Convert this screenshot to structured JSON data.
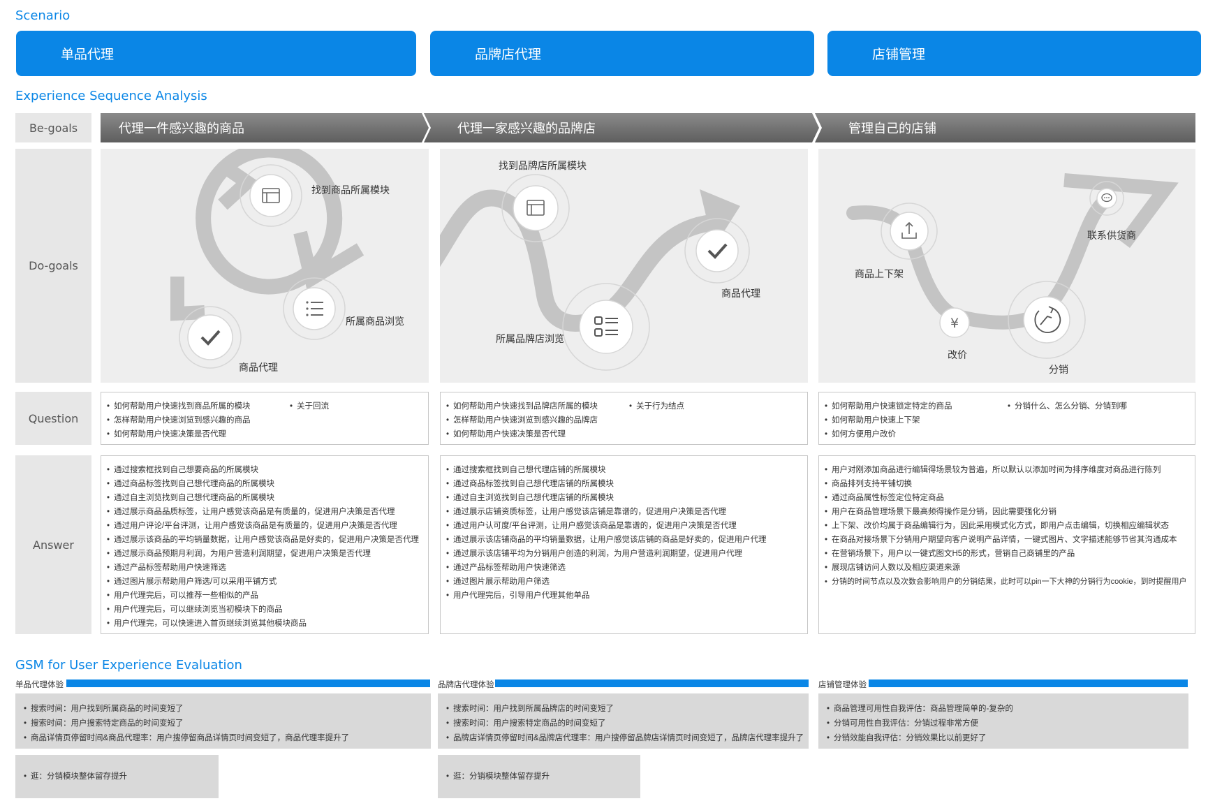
{
  "sections": {
    "scenario": "Scenario",
    "analysis": "Experience Sequence Analysis",
    "gsm": "GSM for User Experience Evaluation"
  },
  "scenarios": [
    "单品代理",
    "品牌店代理",
    "店铺管理"
  ],
  "row_labels": {
    "be_goals": "Be-goals",
    "do_goals": "Do-goals",
    "question": "Question",
    "answer": "Answer"
  },
  "be_goals": [
    "代理一件感兴趣的商品",
    "代理一家感兴趣的品牌店",
    "管理自己的店铺"
  ],
  "do_goals": [
    {
      "labels": [
        "找到商品所属模块",
        "所属商品浏览",
        "商品代理"
      ],
      "icons": [
        "browser-window-icon",
        "list-icon",
        "checkmark-icon"
      ]
    },
    {
      "labels": [
        "找到品牌店所属模块",
        "所属品牌店浏览",
        "商品代理"
      ],
      "icons": [
        "browser-window-icon",
        "grid-list-icon",
        "checkmark-icon"
      ]
    },
    {
      "labels": [
        "商品上下架",
        "改价",
        "分销",
        "联系供货商"
      ],
      "icons": [
        "upload-icon",
        "yen-icon",
        "share-icon",
        "chat-bubble-icon"
      ]
    }
  ],
  "questions": [
    {
      "left": [
        "如何帮助用户快速找到商品所属的模块",
        "怎样帮助用户快速浏览到感兴趣的商品",
        "如何帮助用户快速决策是否代理"
      ],
      "right": [
        "关于回流"
      ]
    },
    {
      "left": [
        "如何帮助用户快速找到品牌店所属的模块",
        "怎样帮助用户快速浏览到感兴趣的品牌店",
        "如何帮助用户快速决策是否代理"
      ],
      "right": [
        "关于行为结点"
      ]
    },
    {
      "left": [
        "如何帮助用户快速锁定特定的商品",
        "如何帮助用户快速上下架",
        "如何方便用户改价"
      ],
      "right": [
        "分销什么、怎么分销、分销到哪"
      ]
    }
  ],
  "answers": [
    [
      "通过搜索框找到自己想要商品的所属模块",
      "通过商品标签找到自己想代理商品的所属模块",
      "通过自主浏览找到自己想代理商品的所属模块",
      "通过展示商品品质标签，让用户感觉该商品是有质量的，促进用户决策是否代理",
      "通过用户评论/平台评测，让用户感觉该商品是有质量的，促进用户决策是否代理",
      "通过展示该商品的平均销量数据，让用户感觉该商品是好卖的，促进用户决策是否代理",
      "通过展示商品预期月利润，为用户营造利润期望，促进用户决策是否代理",
      "通过产品标签帮助用户快速筛选",
      "通过图片展示帮助用户筛选/可以采用平铺方式",
      "用户代理完后，可以推荐一些相似的产品",
      "用户代理完后，可以继续浏览当初模块下的商品",
      "用户代理完，可以快速进入首页继续浏览其他模块商品"
    ],
    [
      "通过搜索框找到自己想代理店铺的所属模块",
      "通过商品标签找到自己想代理店铺的所属模块",
      "通过自主浏览找到自己想代理店铺的所属模块",
      "通过展示店铺资质标签，让用户感觉该店铺是靠谱的，促进用户决策是否代理",
      "通过用户认可度/平台评测，让用户感觉该商品是靠谱的，促进用户决策是否代理",
      "通过展示该店铺商品的平均销量数据，让用户感觉该店铺的商品是好卖的，促进用户代理",
      "通过展示该店铺平均为分销用户创造的利润，为用户营造利润期望，促进用户代理",
      "通过产品标签帮助用户快速筛选",
      "通过图片展示帮助用户筛选",
      "用户代理完后，引导用户代理其他单品"
    ],
    [
      "用户对刚添加商品进行编辑得场景较为普遍，所以默认以添加时间为排序维度对商品进行陈列",
      "商品排列支持平铺切换",
      "通过商品属性标签定位特定商品",
      "用户在商品管理场景下最高频得操作是分销，因此需要强化分销",
      "上下架、改价均属于商品编辑行为，因此采用模式化方式，即用户点击编辑，切换相应编辑状态",
      "在商品对接场景下分销用户期望向客户说明产品详情，一键式图片、文字描述能够节省其沟通成本",
      "在营销场景下，用户以一键式图文H5的形式，营销自己商铺里的产品",
      "展现店铺访问人数以及相应渠道来源",
      "分销的时间节点以及次数会影响用户的分销结果，此时可以pin一下大神的分销行为cookie，到时提醒用户"
    ]
  ],
  "gsm": [
    {
      "label": "单品代理体验",
      "items": [
        "搜索时间：用户找到所属商品的时间变短了",
        "搜索时间：用户搜索特定商品的时间变短了",
        "商品详情页停留时间&商品代理率：用户搜停留商品详情页时间变短了，商品代理率提升了"
      ],
      "extra": "逛：分销模块整体留存提升"
    },
    {
      "label": "品牌店代理体验",
      "items": [
        "搜索时间：用户找到所属品牌店的时间变短了",
        "搜索时间：用户搜索特定商品的时间变短了",
        "品牌店详情页停留时间&品牌店代理率：用户搜停留品牌店详情页时间变短了，品牌店代理率提升了"
      ],
      "extra": "逛：分销模块整体留存提升"
    },
    {
      "label": "店铺管理体验",
      "items": [
        "商品管理可用性自我评估：商品管理简单的-复杂的",
        "分销可用性自我评估：分销过程非常方便",
        "分销效能自我评估：分销效果比以前更好了"
      ]
    }
  ],
  "colors": {
    "accent": "#0a86e6",
    "path": "#c4c4c4",
    "panel": "#eeeeee",
    "label_bg": "#e7e7e7"
  }
}
